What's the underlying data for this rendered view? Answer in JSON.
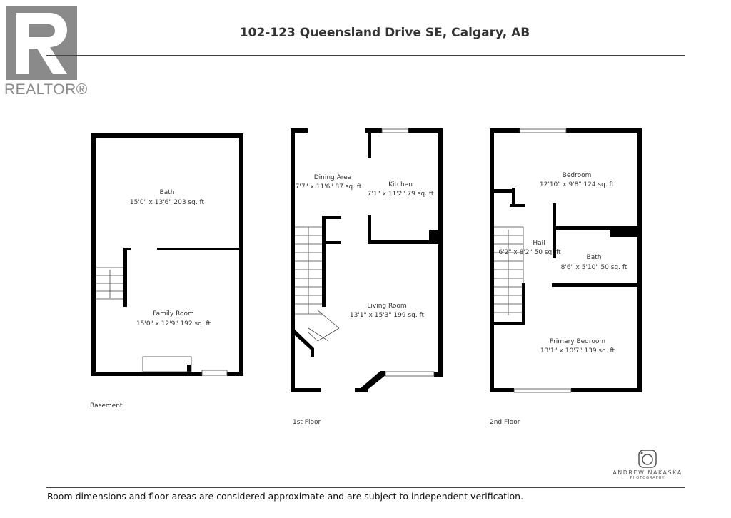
{
  "header": {
    "title": "102-123 Queensland Drive SE, Calgary, AB",
    "logo_text": "REALTOR®",
    "logo_letter": "R"
  },
  "floors": [
    {
      "name": "Basement",
      "rooms": [
        {
          "name": "Bath",
          "dims": "15'0\" x 13'6\" 203 sq. ft"
        },
        {
          "name": "Family Room",
          "dims": "15'0\" x 12'9\" 192 sq. ft"
        }
      ]
    },
    {
      "name": "1st Floor",
      "rooms": [
        {
          "name": "Dining Area",
          "dims": "7'7\" x 11'6\" 87 sq. ft"
        },
        {
          "name": "Kitchen",
          "dims": "7'1\" x 11'2\" 79 sq. ft"
        },
        {
          "name": "Living Room",
          "dims": "13'1\" x 15'3\" 199 sq. ft"
        }
      ]
    },
    {
      "name": "2nd Floor",
      "rooms": [
        {
          "name": "Bedroom",
          "dims": "12'10\" x 9'8\" 124 sq. ft"
        },
        {
          "name": "Hall",
          "dims": "6'2\" x 8'2\" 50 sq. ft"
        },
        {
          "name": "Bath",
          "dims": "8'6\" x 5'10\" 50 sq. ft"
        },
        {
          "name": "Primary Bedroom",
          "dims": "13'1\" x 10'7\" 139 sq. ft"
        }
      ]
    }
  ],
  "photographer": {
    "name": "ANDREW NAKASKA",
    "sub": "PHOTOGRAPHY"
  },
  "footer": "Room dimensions and floor areas are considered approximate and are subject to independent verification."
}
